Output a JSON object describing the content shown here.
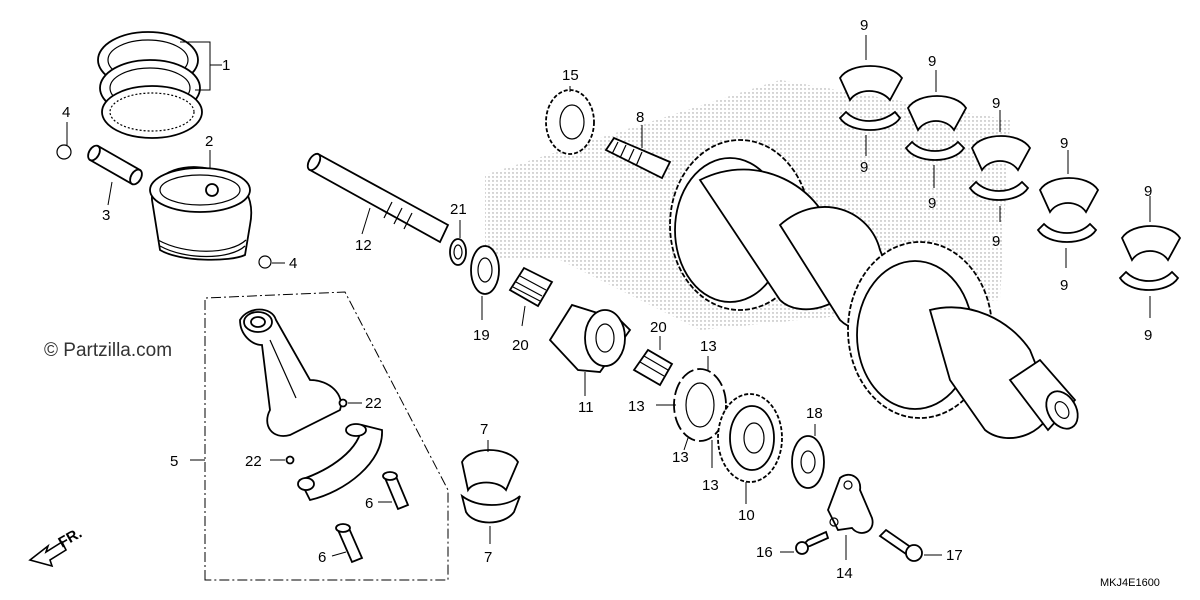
{
  "diagram": {
    "watermark": "© Partzilla.com",
    "drawing_code": "MKJ4E1600",
    "direction_label": "FR.",
    "callouts": {
      "c1": "1",
      "c2": "2",
      "c3": "3",
      "c4a": "4",
      "c4b": "4",
      "c5": "5",
      "c6a": "6",
      "c6b": "6",
      "c7a": "7",
      "c7b": "7",
      "c8": "8",
      "c9a": "9",
      "c9b": "9",
      "c9c": "9",
      "c9d": "9",
      "c9e": "9",
      "c9f": "9",
      "c9g": "9",
      "c9h": "9",
      "c9i": "9",
      "c9j": "9",
      "c10": "10",
      "c11": "11",
      "c12": "12",
      "c13a": "13",
      "c13b": "13",
      "c13c": "13",
      "c13d": "13",
      "c14": "14",
      "c15": "15",
      "c16": "16",
      "c17": "17",
      "c18": "18",
      "c19": "19",
      "c20a": "20",
      "c20b": "20",
      "c21": "21",
      "c22a": "22",
      "c22b": "22"
    }
  }
}
